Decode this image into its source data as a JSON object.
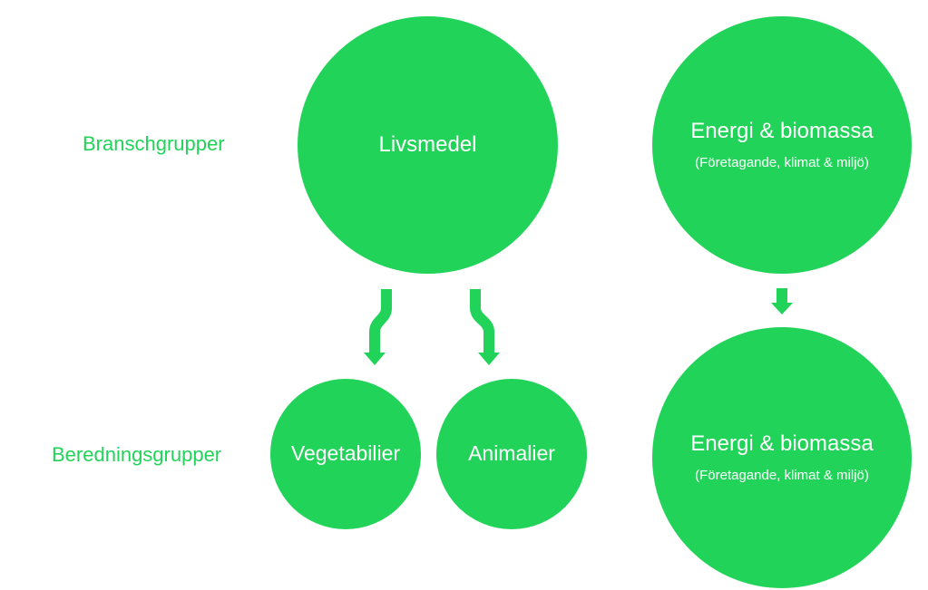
{
  "labels": {
    "top_row": "Branschgrupper",
    "bottom_row": "Beredningsgrupper"
  },
  "circles": {
    "livsmedel": {
      "title": "Livsmedel"
    },
    "energi_top": {
      "title": "Energi & biomassa",
      "subtitle": "(Företagande, klimat & miljö)"
    },
    "vegetabilier": {
      "title": "Vegetabilier"
    },
    "animalier": {
      "title": "Animalier"
    },
    "energi_bottom": {
      "title": "Energi & biomassa",
      "subtitle": "(Företagande, klimat & miljö)"
    }
  },
  "colors": {
    "accent": "#22d35a",
    "circle_text": "#ffffff"
  },
  "icons": {
    "arrows": [
      "curved-arrow-down-left-icon",
      "curved-arrow-down-right-icon",
      "arrow-down-icon"
    ]
  }
}
